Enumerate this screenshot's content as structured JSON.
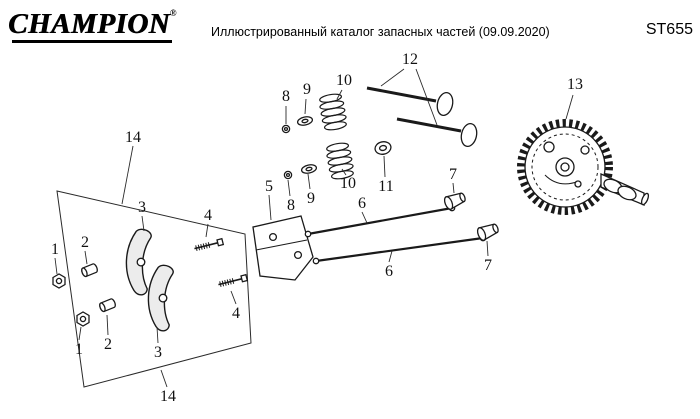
{
  "header": {
    "logo": "CHAMPION",
    "registered_mark": "®",
    "title": "Иллюстрированный каталог запасных частей (09.09.2020)",
    "model": "ST655"
  },
  "diagram": {
    "callouts": [
      "8",
      "9",
      "10",
      "12",
      "13",
      "8",
      "9",
      "10",
      "11",
      "5",
      "6",
      "7",
      "6",
      "7",
      "14",
      "3",
      "4",
      "1",
      "2",
      "1",
      "2",
      "3",
      "4",
      "14"
    ]
  }
}
